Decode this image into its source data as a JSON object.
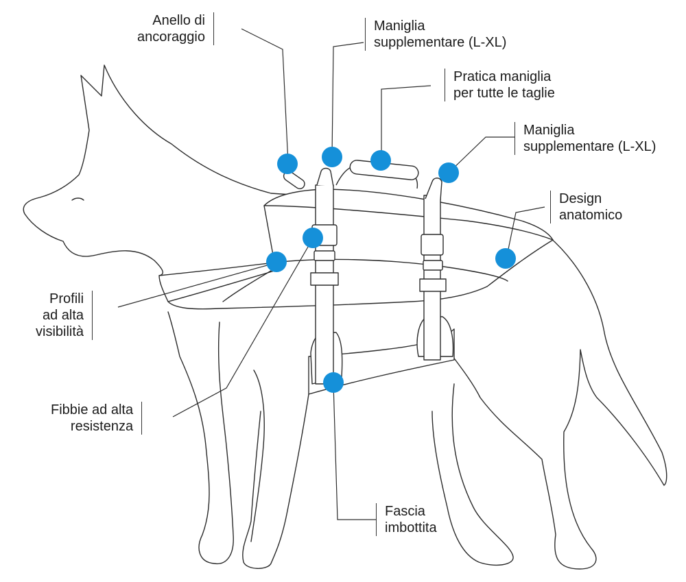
{
  "colors": {
    "marker": "#1590D9",
    "line": "#2b2b2b"
  },
  "labels": {
    "anello": [
      "Anello di",
      "ancoraggio"
    ],
    "maniglia_1": [
      "Maniglia",
      "supplementare (L-XL)"
    ],
    "pratica": [
      "Pratica maniglia",
      "per tutte le taglie"
    ],
    "maniglia_2": [
      "Maniglia",
      "supplementare (L-XL)"
    ],
    "design": [
      "Design",
      "anatomico"
    ],
    "profili": [
      "Profili",
      "ad alta",
      "visibilità"
    ],
    "fibbie": [
      "Fibbie ad alta",
      "resistenza"
    ],
    "fascia": [
      "Fascia",
      "imbottita"
    ]
  }
}
